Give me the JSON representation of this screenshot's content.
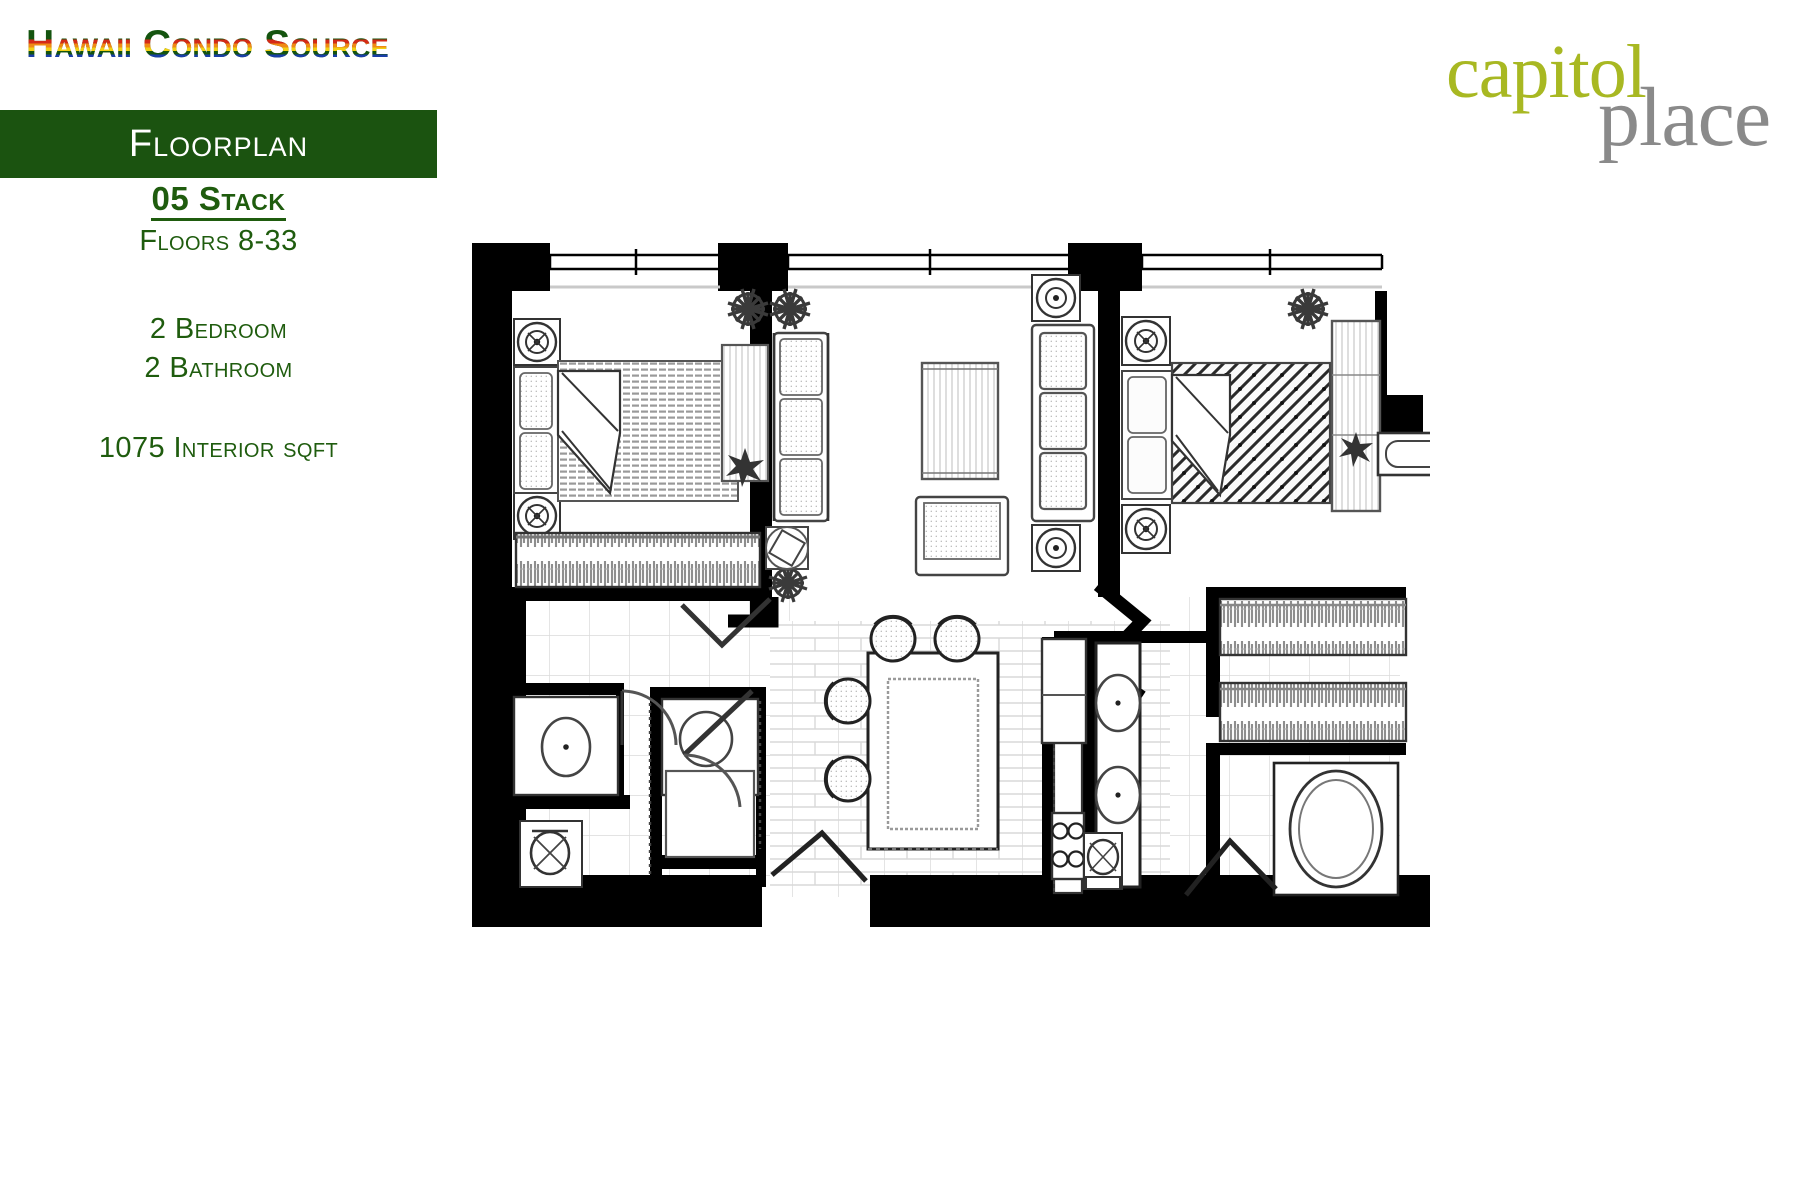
{
  "brand": {
    "name": "Hawaii Condo Source",
    "text_color": "#14540f",
    "stripe_colors": [
      "#d42a17",
      "#f08a14",
      "#f2d013",
      "#14540f",
      "#1a3ea8"
    ]
  },
  "banner": {
    "label": "Floorplan",
    "background": "#1b5310",
    "text_color": "#ffffff"
  },
  "unit": {
    "stack": "05 Stack",
    "floors": "Floors 8-33",
    "bedrooms": "2 Bedroom",
    "bathrooms": "2 Bathroom",
    "sqft": "1075 Interior sqft",
    "text_color": "#1f5c0e"
  },
  "property_logo": {
    "word_one": "capitol",
    "word_two": "place",
    "word_one_color": "#a8b822",
    "word_two_color": "#8a8a8a"
  },
  "floorplan": {
    "alt": "2 bedroom 2 bathroom condominium floor plan, 05 stack",
    "line_color": "#000000",
    "tile_color": "#dcdcdc",
    "furniture_color": "#333333",
    "rooms": [
      "bedroom-2",
      "living-room",
      "master-bedroom",
      "kitchen",
      "dining-area",
      "bathroom-2",
      "master-bathroom",
      "entry-hall",
      "lanai",
      "walk-in-closet",
      "master-closet"
    ],
    "fixtures": [
      "queen-bed",
      "king-bed",
      "nightstand-lamp",
      "sofa",
      "loveseat",
      "armchair",
      "coffee-table",
      "side-table",
      "potted-plant",
      "dining-table",
      "dining-chair",
      "kitchen-range",
      "sink",
      "double-vanity",
      "toilet",
      "bathtub",
      "shower",
      "closet-rod",
      "window",
      "entry-door",
      "swing-door"
    ]
  }
}
